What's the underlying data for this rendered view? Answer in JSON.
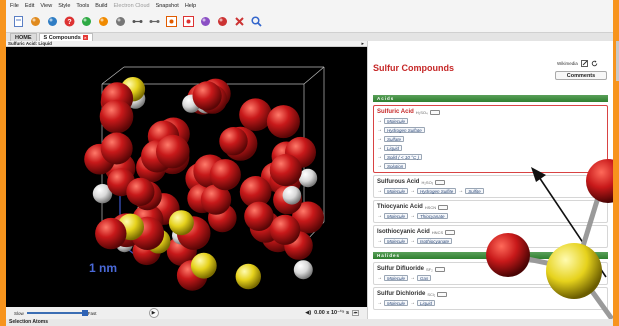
{
  "menu": [
    {
      "label": "File",
      "disabled": false
    },
    {
      "label": "Edit",
      "disabled": false
    },
    {
      "label": "View",
      "disabled": false
    },
    {
      "label": "Style",
      "disabled": false
    },
    {
      "label": "Tools",
      "disabled": false
    },
    {
      "label": "Build",
      "disabled": false
    },
    {
      "label": "Electron Cloud",
      "disabled": true
    },
    {
      "label": "Snapshot",
      "disabled": false
    },
    {
      "label": "Help",
      "disabled": false
    }
  ],
  "toolbar_icons": [
    "new-document-icon",
    "molecule-icon",
    "molecule-build-icon",
    "help-icon",
    "green-atom-icon",
    "orange-atom-icon",
    "measure-icon",
    "bond-icon",
    "hbond-icon",
    "graph-icon",
    "snapshot-icon",
    "pen-icon",
    "eraser-icon",
    "delete-icon",
    "zoom-icon"
  ],
  "tabs": [
    {
      "label": "HOME",
      "active": false,
      "closable": false
    },
    {
      "label": "S Compounds",
      "active": true,
      "closable": true
    }
  ],
  "viewer": {
    "title": "Sulfuric Acid: Liquid",
    "scale_label": "1 nm"
  },
  "controls": {
    "slow": "Slow",
    "fast": "Fast",
    "time": "0.00 x 10⁻¹⁵ s",
    "speed_fraction": 1.0
  },
  "status": "Selection Atoms",
  "panel": {
    "title": "Sulfur Compounds",
    "watermark_label": "Wikimedia",
    "comments_label": "Comments",
    "sections": [
      {
        "name": "Acids",
        "cards": [
          {
            "name": "Sulfuric Acid",
            "formula": "H₂SO₄",
            "selected": true,
            "links": [
              [
                "Molecule"
              ],
              [
                "Hydrogen Sulfate"
              ],
              [
                "Sulfate"
              ],
              [
                "Liquid"
              ],
              [
                "Solid ( < 10 °C )"
              ],
              [
                "Solution"
              ]
            ]
          },
          {
            "name": "Sulfurous Acid",
            "formula": "H₂SO₃",
            "selected": false,
            "links": [
              [
                "Molecule",
                "Hydrogen Sulfite",
                "Sulfite"
              ]
            ]
          },
          {
            "name": "Thiocyanic Acid",
            "formula": "HSCN",
            "selected": false,
            "links": [
              [
                "Molecule",
                "Thiocyanate"
              ]
            ]
          },
          {
            "name": "Isothiocyanic Acid",
            "formula": "HNCS",
            "selected": false,
            "links": [
              [
                "Molecule",
                "Isothiocyanate"
              ]
            ]
          }
        ]
      },
      {
        "name": "Halides",
        "cards": [
          {
            "name": "Sulfur Difluoride",
            "formula": "SF₂",
            "selected": false,
            "links": [
              [
                "Molecule",
                "Gas"
              ]
            ]
          },
          {
            "name": "Sulfur Dichloride",
            "formula": "SCl₂",
            "selected": false,
            "links": [
              [
                "Molecule",
                "Liquid"
              ]
            ]
          }
        ]
      }
    ]
  },
  "colors": {
    "frame": "#f7941d",
    "oxygen": "#c8191a",
    "sulfur": "#e6d21c",
    "hydrogen": "#e8e8e8",
    "title_red": "#c62828",
    "section_green": "#3f8a3f"
  }
}
